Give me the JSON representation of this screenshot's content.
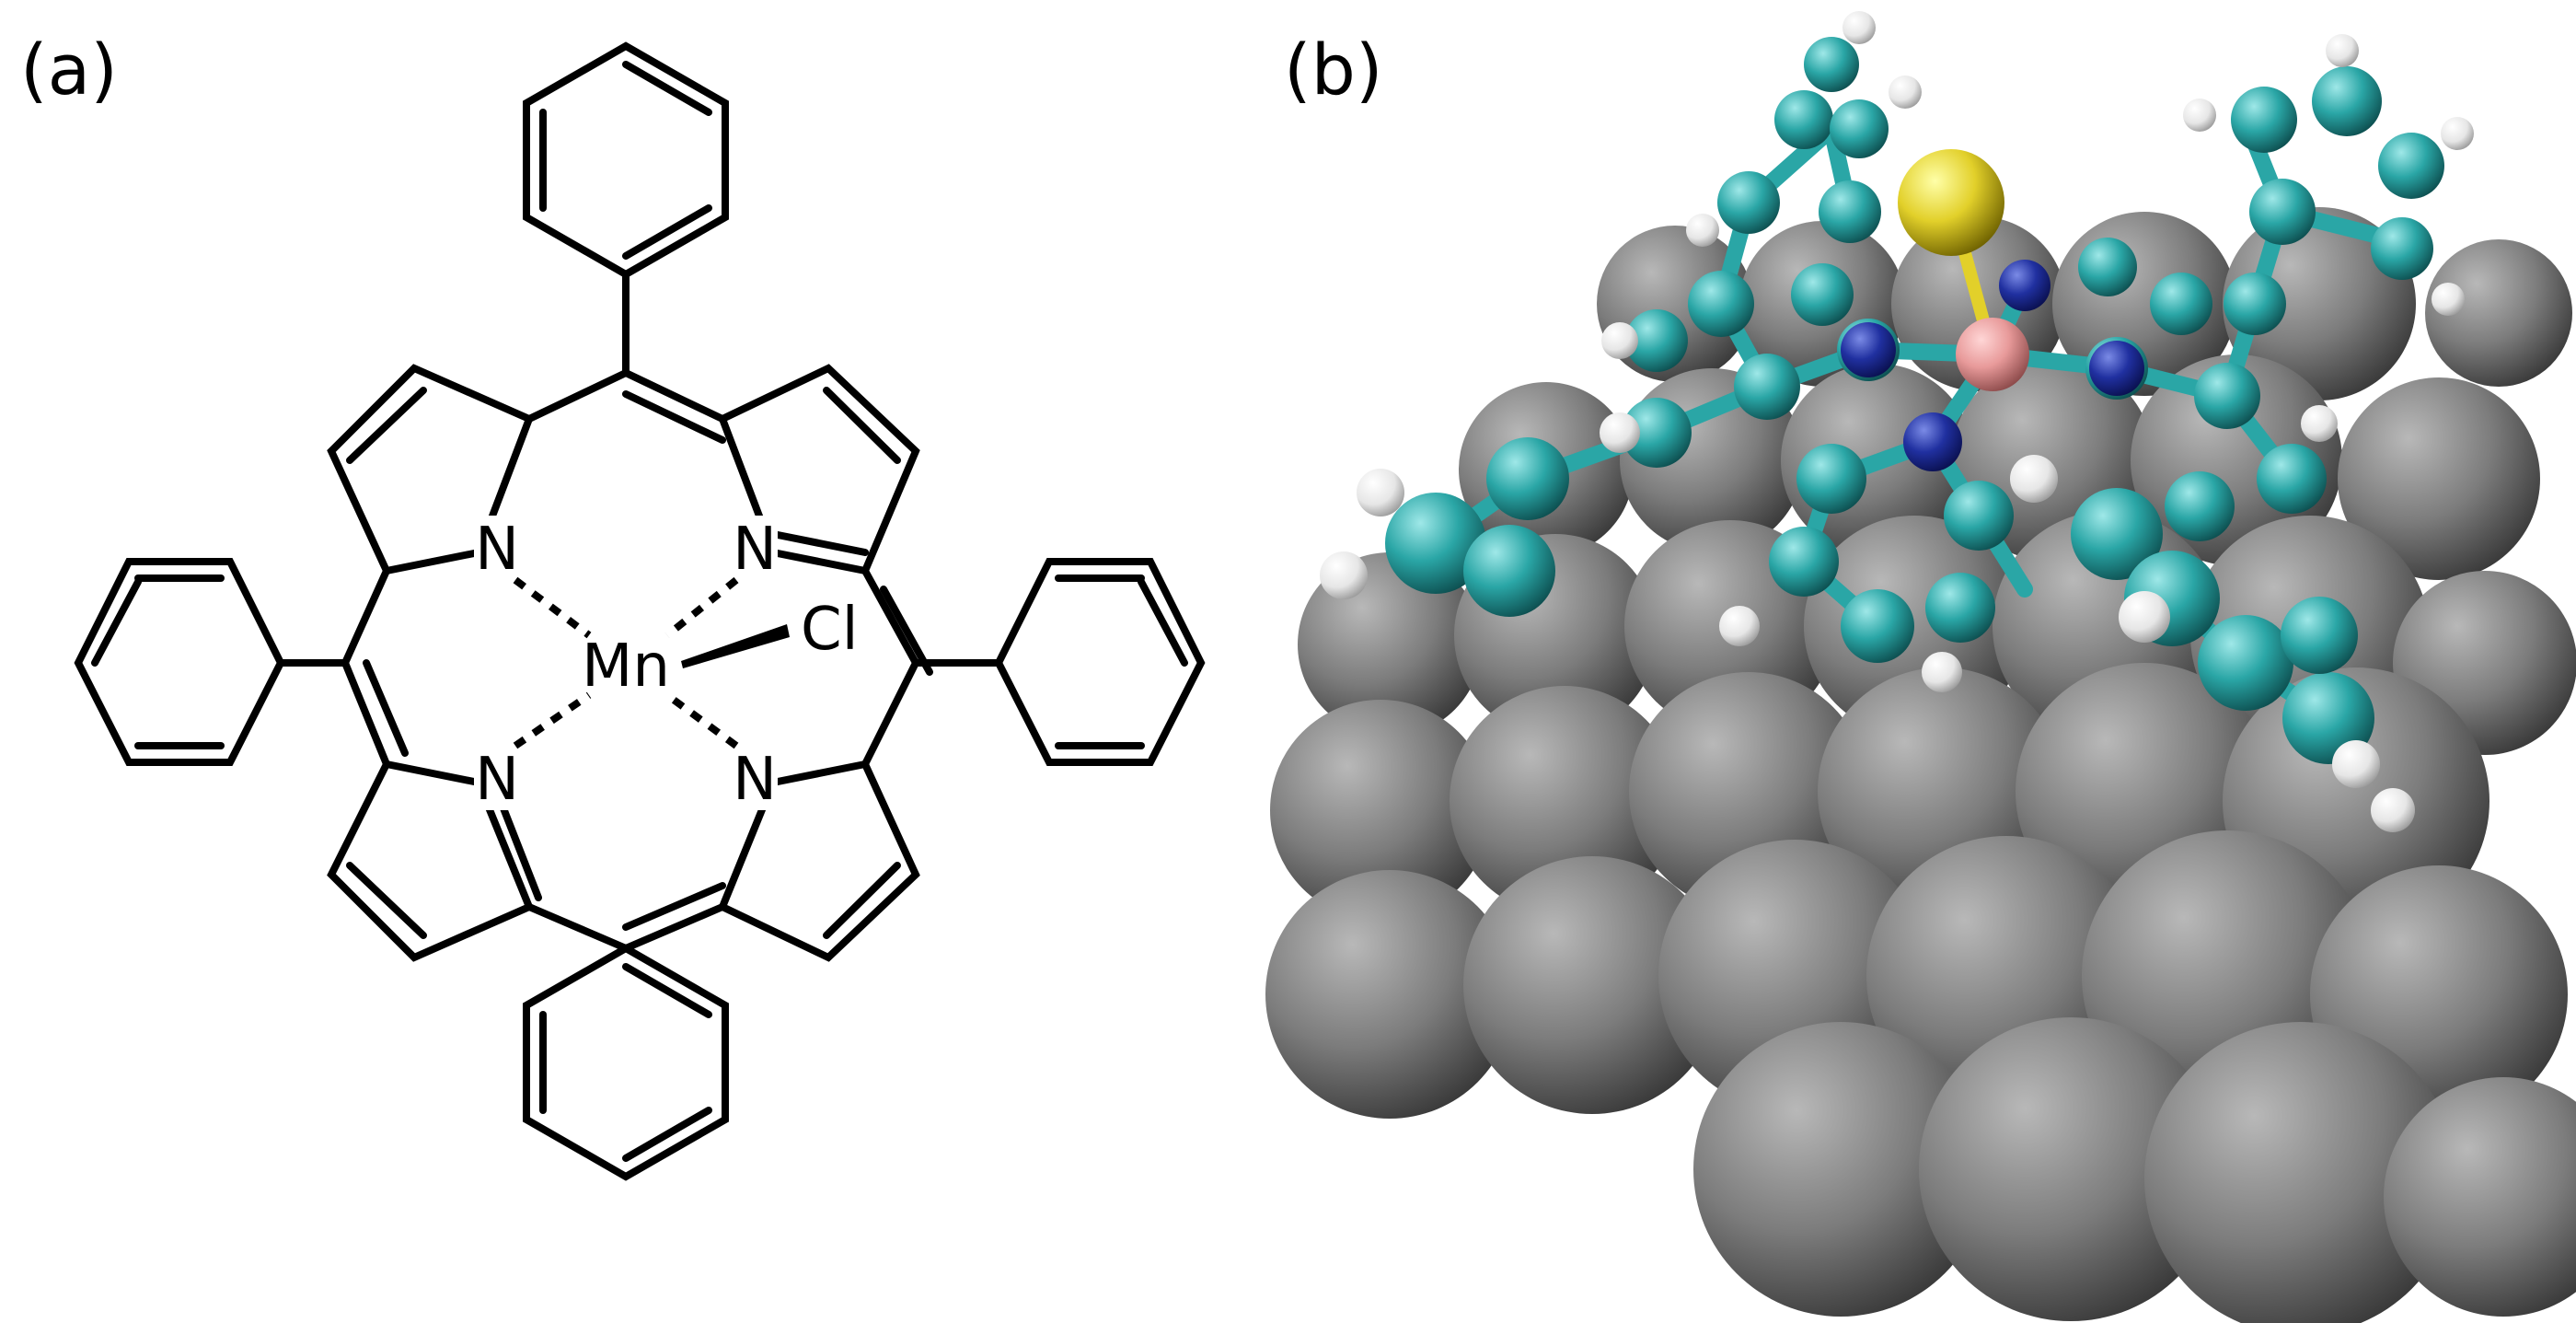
{
  "panels": {
    "a": {
      "label": "(a)"
    },
    "b": {
      "label": "(b)"
    }
  },
  "atoms": {
    "metal": "Mn",
    "ligand": "Cl",
    "nitrogen": "N"
  },
  "colors": {
    "carbon": "#2aa6a6",
    "nitrogen": "#2030a0",
    "hydrogen": "#f2f2f2",
    "manganese": "#e89a9a",
    "chlorine": "#e2d02a",
    "substrate": "#808080"
  }
}
